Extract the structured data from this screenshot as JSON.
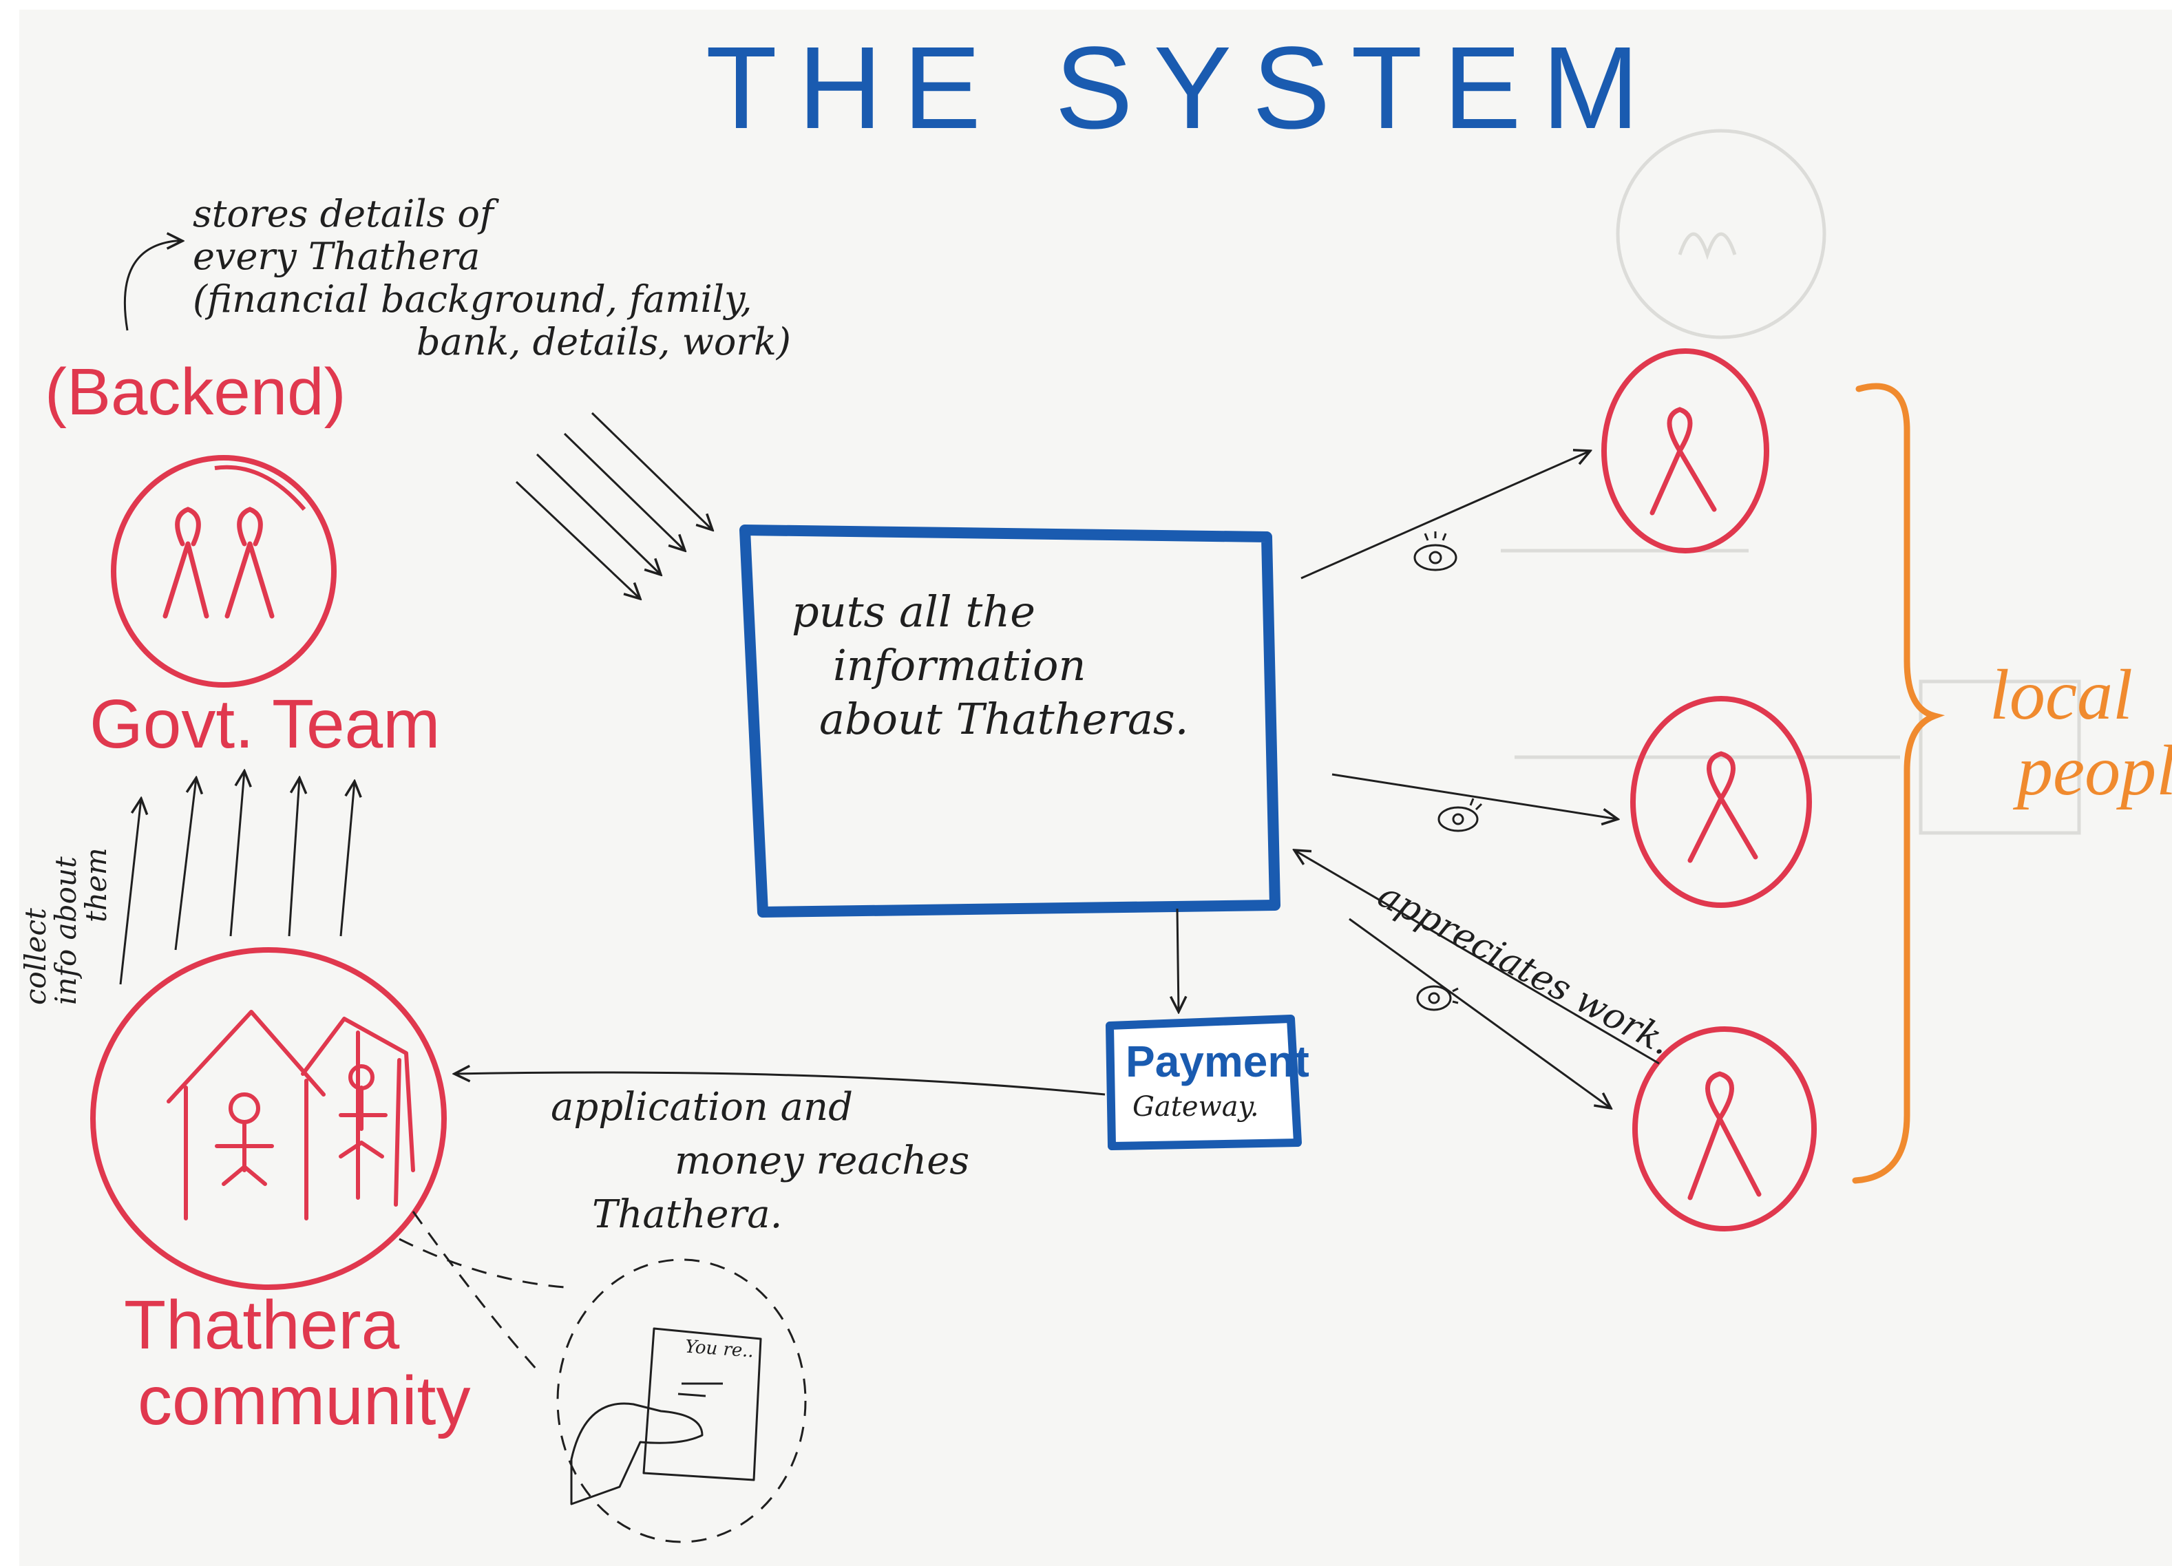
{
  "title": "THE SYSTEM",
  "colors": {
    "paper": "#f7f7f7",
    "blue": "#1a5bb0",
    "red": "#e0384e",
    "orange": "#f08a2e",
    "ink": "#1f1f1f",
    "faint": "#c8c8c8"
  },
  "backend": {
    "label": "(Backend)",
    "note_lines": [
      "stores details of",
      "every Thathera",
      "(financial background, family,",
      "bank, details, work)"
    ]
  },
  "govt_team": {
    "label": "Govt. Team"
  },
  "collect_note_lines": [
    "collect",
    "info about",
    "them"
  ],
  "central_box": {
    "lines": [
      "puts all the",
      "information",
      "about Thatheras."
    ]
  },
  "payment": {
    "title": "Payment",
    "subtitle": "Gateway."
  },
  "application_note_lines": [
    "application and",
    "money reaches",
    "Thathera."
  ],
  "appreciates_note": "appreciates work.",
  "community": {
    "lines": [
      "Thathera",
      "community"
    ]
  },
  "phone_text": "You re..",
  "local_people": {
    "lines": [
      "local",
      "people"
    ]
  },
  "icons": [
    "people-icon",
    "house-icon",
    "person-icon",
    "eye-icon",
    "phone-icon"
  ]
}
